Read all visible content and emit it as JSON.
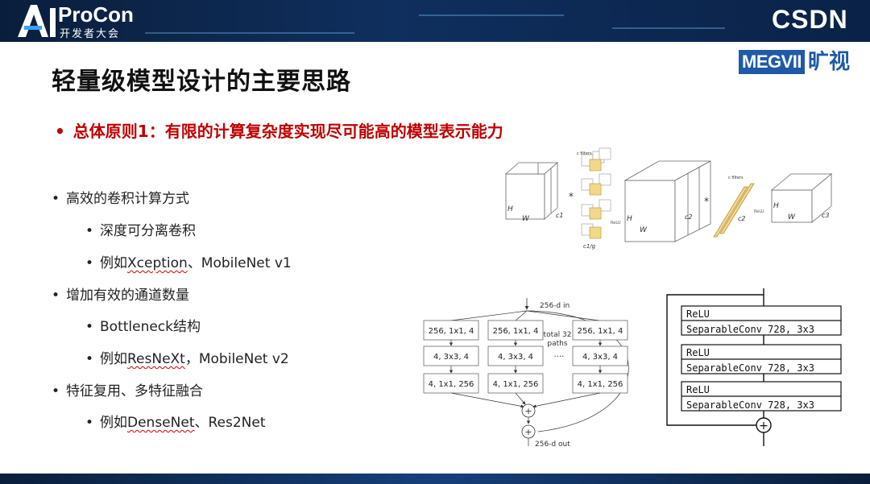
{
  "header": {
    "logo_ai": "AI",
    "logo_name": "ProCon",
    "logo_sub": "开发者大会",
    "brand_right": "CSDN"
  },
  "sponsor": {
    "name": "MEGVII",
    "cn": "旷视"
  },
  "slide": {
    "title": "轻量级模型设计的主要思路",
    "principle": "总体原则1：有限的计算复杂度实现尽可能高的模型表示能力",
    "bullets": [
      {
        "text": "高效的卷积计算方式",
        "sub": [
          "深度可分离卷积",
          "例如Xception、MobileNet v1"
        ]
      },
      {
        "text": "增加有效的通道数量",
        "sub": [
          "Bottleneck结构",
          "例如ResNeXt，MobileNet v2"
        ]
      },
      {
        "text": "特征复用、多特征融合",
        "sub": [
          "例如DenseNet、Res2Net"
        ]
      }
    ]
  },
  "figures": {
    "group_conv": {
      "c1": "c1",
      "c2": "c2",
      "c3": "c3",
      "H": "H",
      "W": "W",
      "c_filters": "c filters",
      "c2_filters": "c filters",
      "relu": "ReLU",
      "c1g": "c1/g",
      "star": "*"
    },
    "resnext": {
      "in": "256-d in",
      "out": "256-d out",
      "conv1": "256, 1x1, 4",
      "conv2": "4, 3x3, 4",
      "conv3": "4, 1x1, 256",
      "paths_1": "total 32",
      "paths_2": "paths",
      "dots": "····",
      "plus": "+"
    },
    "xception": {
      "relu": "ReLU",
      "sep": "SeparableConv 728, 3x3",
      "plus": "+"
    }
  }
}
